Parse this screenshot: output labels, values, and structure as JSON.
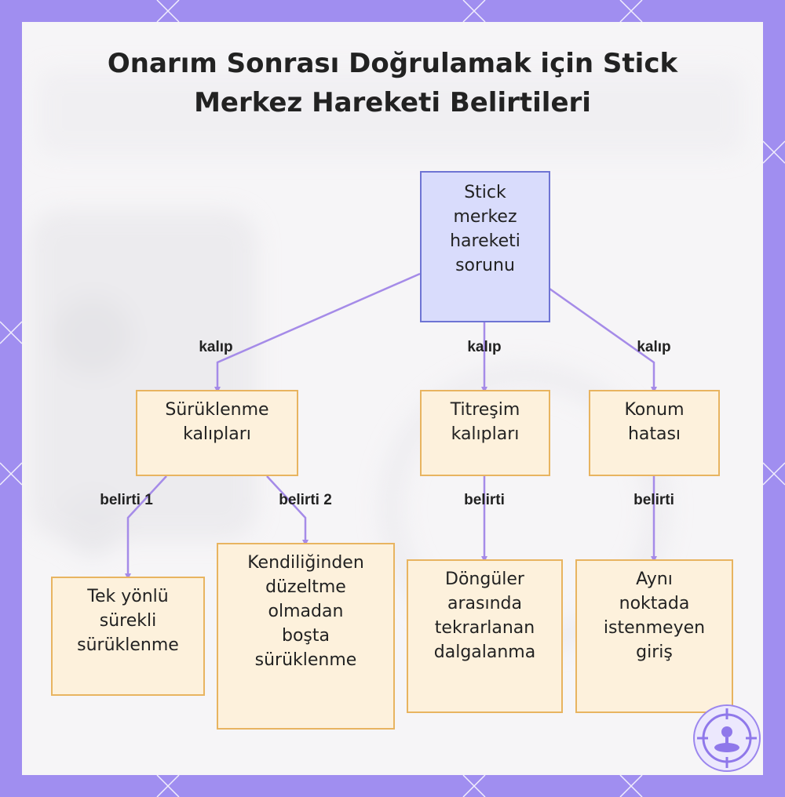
{
  "title": {
    "line1": "Onarım Sonrası Doğrulamak için Stick",
    "line2": "Merkez Hareketi Belirtileri"
  },
  "nodes": {
    "root": "Stick\nmerkez\nhareketi\nsorunu",
    "drift_patterns": "Sürüklenme\nkalıpları",
    "vibration_patterns": "Titreşim\nkalıpları",
    "position_error": "Konum\nhatası",
    "one_way_drift": "Tek yönlü\nsürekli\nsürüklenme",
    "idle_drift": "Kendiliğinden\ndüzeltme\nolmadan\nboşta\nsürüklenme",
    "cycle_ripple": "Döngüler\narasında\ntekrarlanan\ndalgalanma",
    "same_spot_input": "Aynı\nnoktada\nistenmeyen\ngiriş"
  },
  "edge_labels": {
    "root_to_drift": "kalıp",
    "root_to_vibration": "kalıp",
    "root_to_position": "kalıp",
    "drift_to_one_way": "belirti 1",
    "drift_to_idle": "belirti 2",
    "vibration_to_ripple": "belirti",
    "position_to_same_spot": "belirti"
  },
  "colors": {
    "frame": "#a08ef0",
    "root_fill": "#d9dcfc",
    "root_border": "#6e74d4",
    "node_fill": "#fdf1dc",
    "node_border": "#e8b460",
    "edge": "#a58be8"
  },
  "icons": {
    "badge": "joystick-target-icon"
  }
}
